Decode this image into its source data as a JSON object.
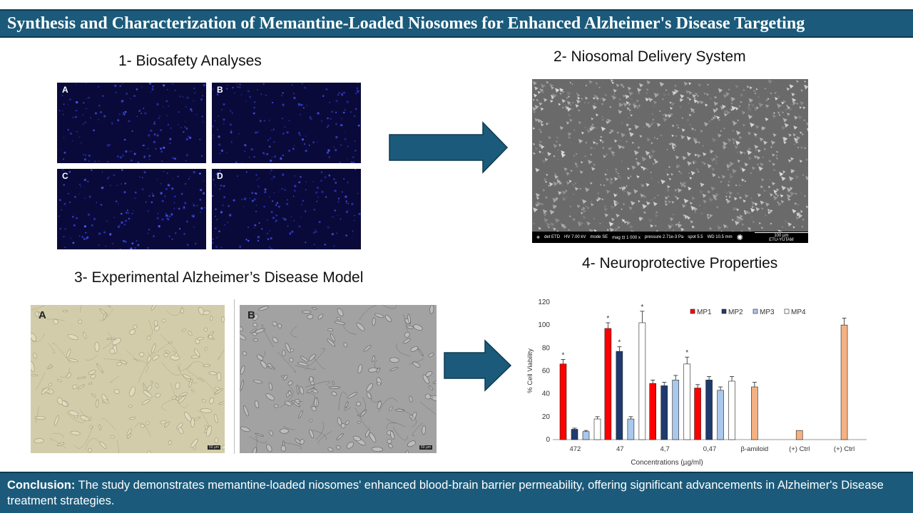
{
  "header": {
    "title": "Synthesis and Characterization of Memantine-Loaded Niosomes for Enhanced Alzheimer's Disease Targeting"
  },
  "sections": {
    "s1": "1- Biosafety Analyses",
    "s2": "2- Niosomal Delivery System",
    "s3": "3- Experimental Alzheimer’s Disease Model",
    "s4": "4- Neuroprotective Properties"
  },
  "biosafety_panels": [
    "A",
    "B",
    "C",
    "D"
  ],
  "model_panels": [
    "A",
    "B"
  ],
  "model_scale": "50 µm",
  "sem_bar": {
    "det": "det",
    "det_val": "ETD",
    "hv": "HV",
    "hv_val": "7.00 kV",
    "mode": "mode",
    "mode_val": "SE",
    "mag": "mag ⊡",
    "mag_val": "1 000 x",
    "pressure": "pressure",
    "pressure_val": "2.71e-3 Pa",
    "spot": "spot",
    "spot_val": "5.5",
    "wd": "WD",
    "wd_val": "10.5 mm",
    "scale": "100 µm",
    "org": "ETU-YUTAM"
  },
  "colors": {
    "header_bg": "#1b5a7a",
    "arrow_fill": "#1b5a7a",
    "MP1": "#ff0000",
    "MP2": "#1f3a6e",
    "MP3": "#a9c8ec",
    "MP4": "#ffffff",
    "control": "#f4b183"
  },
  "chart_data": {
    "type": "bar",
    "xlabel": "Concentrations (µg/ml)",
    "ylabel": "% Cell Viability",
    "ylim": [
      0,
      120
    ],
    "yticks": [
      0,
      20,
      40,
      60,
      80,
      100,
      120
    ],
    "categories": [
      "472",
      "47",
      "4,7",
      "0,47",
      "β-amiloid",
      "(+) Ctrl",
      "(+) Ctrl"
    ],
    "legend_position": "top-right",
    "series": [
      {
        "name": "MP1",
        "values": [
          66,
          97,
          49,
          45,
          null,
          null,
          null
        ],
        "errors": [
          4,
          5,
          3,
          3,
          0,
          0,
          0
        ],
        "star": [
          true,
          true,
          false,
          false,
          false,
          false,
          false
        ]
      },
      {
        "name": "MP2",
        "values": [
          9,
          77,
          47,
          52,
          null,
          null,
          null
        ],
        "errors": [
          1,
          4,
          3,
          3,
          0,
          0,
          0
        ],
        "star": [
          false,
          true,
          false,
          false,
          false,
          false,
          false
        ]
      },
      {
        "name": "MP3",
        "values": [
          7,
          18,
          52,
          43,
          null,
          null,
          null
        ],
        "errors": [
          1,
          2,
          4,
          3,
          0,
          0,
          0
        ],
        "star": [
          false,
          false,
          false,
          false,
          false,
          false,
          false
        ]
      },
      {
        "name": "MP4",
        "values": [
          18,
          102,
          66,
          51,
          null,
          null,
          null
        ],
        "errors": [
          2,
          10,
          6,
          4,
          0,
          0,
          0
        ],
        "star": [
          false,
          true,
          true,
          false,
          false,
          false,
          false
        ]
      }
    ],
    "controls": [
      {
        "category_index": 4,
        "value": 46,
        "error": 4
      },
      {
        "category_index": 5,
        "value": 8,
        "error": 0
      },
      {
        "category_index": 6,
        "value": 100,
        "error": 6
      }
    ]
  },
  "conclusion": {
    "label": "Conclusion:",
    "text": " The study demonstrates memantine-loaded niosomes' enhanced blood-brain barrier permeability, offering significant advancements in Alzheimer's Disease treatment strategies."
  }
}
